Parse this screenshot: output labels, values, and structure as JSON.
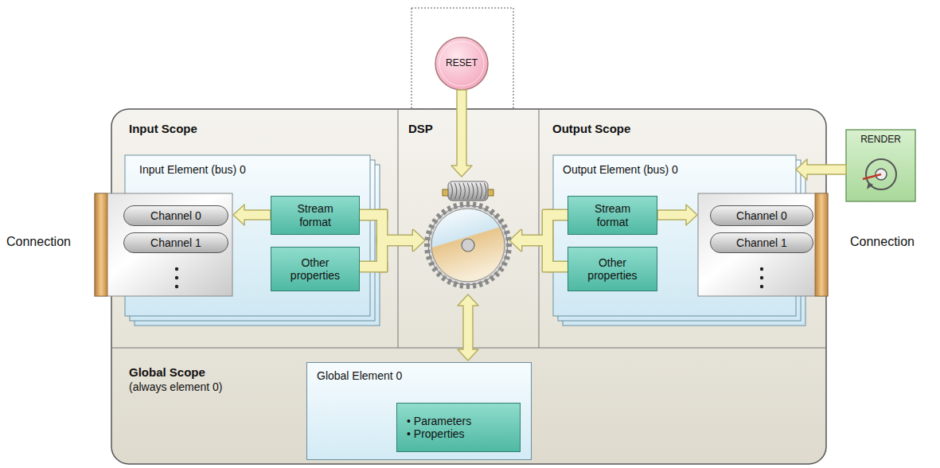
{
  "diagram": {
    "nodes": [
      {
        "text": [
          "RESET"
        ]
      },
      {
        "text": [
          "Input Scope"
        ]
      },
      {
        "text": [
          "Input Element (bus) 0"
        ],
        "in": 1
      },
      {
        "text": [
          "Channel 0"
        ],
        "in": 2
      },
      {
        "text": [
          "Channel 1"
        ],
        "in": 2
      },
      {
        "text": [
          "Stream format"
        ],
        "in": 2
      },
      {
        "text": [
          "Other properties"
        ],
        "in": 2
      },
      {
        "text": [
          "DSP"
        ]
      },
      {
        "text": [
          "Output Scope"
        ]
      },
      {
        "text": [
          "Output Element (bus) 0"
        ],
        "in": 8
      },
      {
        "text": [
          "Stream format"
        ],
        "in": 9
      },
      {
        "text": [
          "Other properties"
        ],
        "in": 9
      },
      {
        "text": [
          "Channel 0"
        ],
        "in": 9
      },
      {
        "text": [
          "Channel 1"
        ],
        "in": 9
      },
      {
        "text": [
          "Global Scope",
          "(always element 0)"
        ]
      },
      {
        "text": [
          "Global Element 0"
        ],
        "in": 14
      },
      {
        "text": [
          "• Parameters",
          "• Properties"
        ],
        "in": 15
      },
      {
        "text": [
          "RENDER"
        ]
      }
    ],
    "edges": [
      {
        "from": 17,
        "to": 9,
        "arrow": "to"
      }
    ],
    "labels": [
      "Connection",
      "Connection"
    ]
  }
}
